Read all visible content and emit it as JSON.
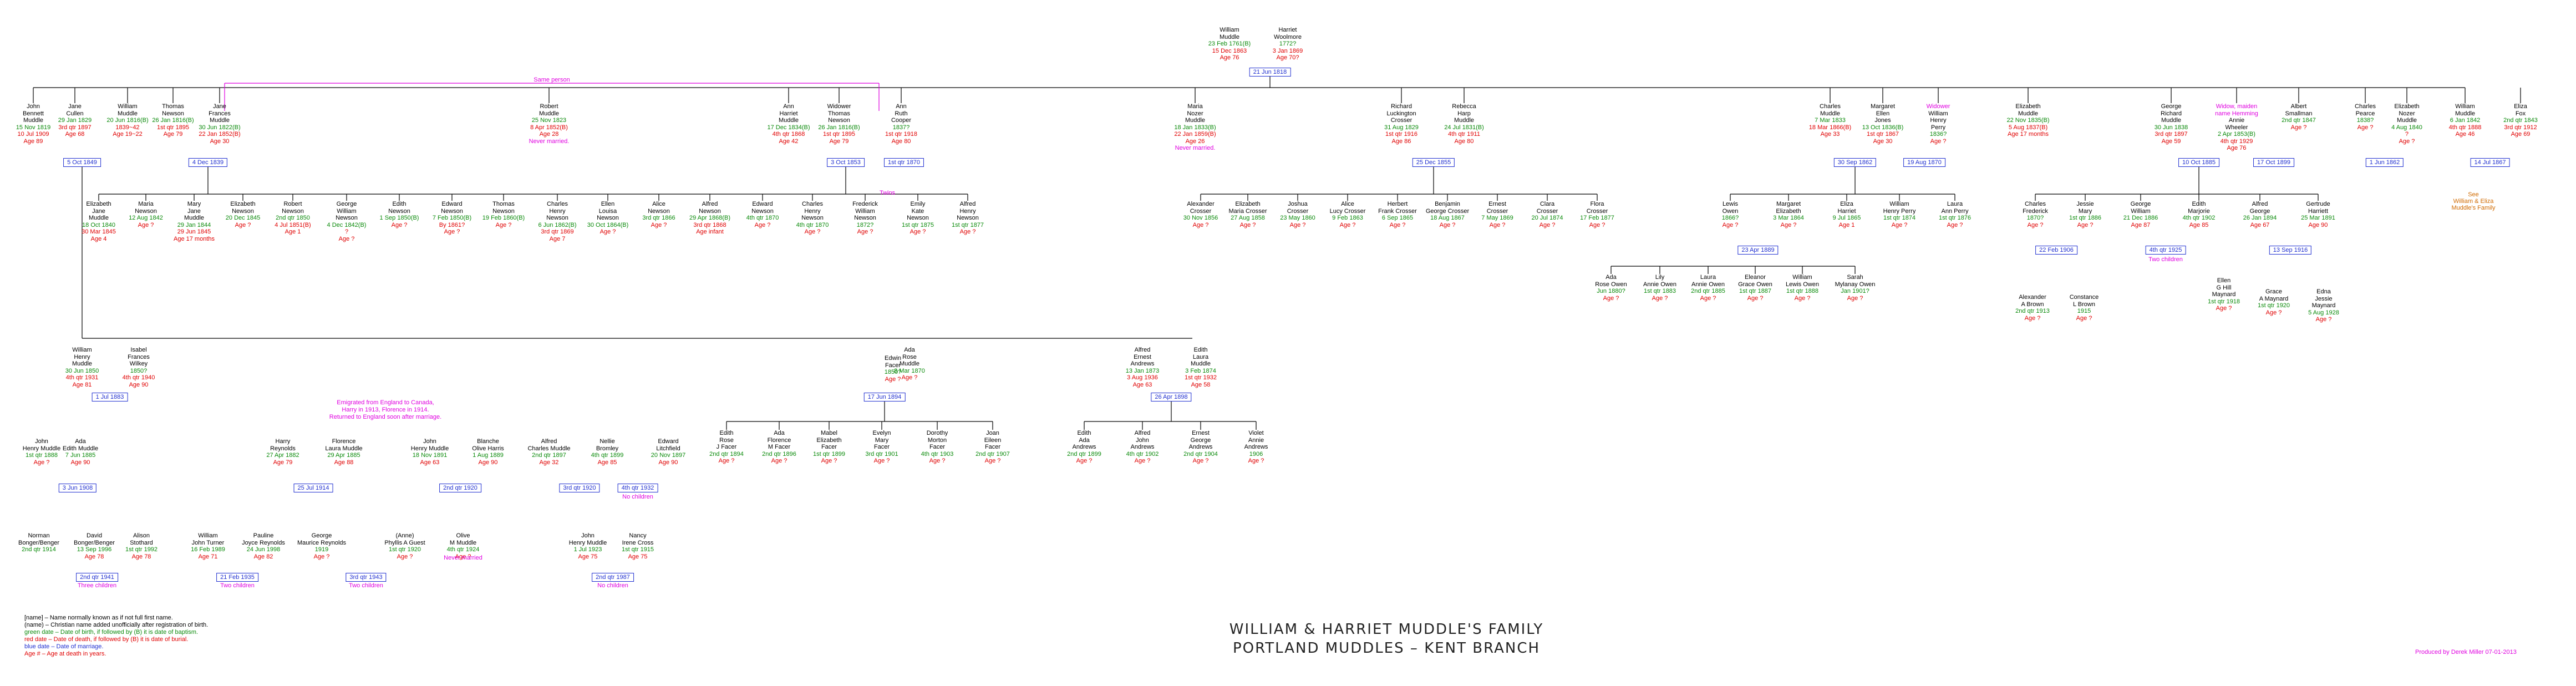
{
  "title": {
    "line1": "WILLIAM & HARRIET MUDDLE'S FAMILY",
    "line2": "PORTLAND MUDDLES – KENT BRANCH"
  },
  "credit": "Produced by Derek Miller 07-01-2013",
  "legend": [
    {
      "text": "[name] – Name normally known as if not full first name.",
      "color": "#000000"
    },
    {
      "text": "(name) – Christian name added unofficially after registration of birth.",
      "color": "#000000"
    },
    {
      "text": "green date – Date of birth, if followed by (B) it is date of baptism.",
      "color": "#0a8a0a"
    },
    {
      "text": "red date – Date of death, if followed by (B) it is date of burial.",
      "color": "#e00000"
    },
    {
      "text": "blue date – Date of marriage.",
      "color": "#1f2fd0"
    },
    {
      "text": "Age # – Age at death in years.",
      "color": "#e00000"
    }
  ],
  "notes": [
    {
      "text": "Same person",
      "color": "#e000e0"
    },
    {
      "text": "Emigrated from England to Canada,",
      "color": "#e000e0"
    },
    {
      "text": "Harry in 1913, Florence in 1914.",
      "color": "#e000e0"
    },
    {
      "text": "Returned to England soon after marriage.",
      "color": "#e000e0"
    },
    {
      "text": "Twins",
      "color": "#e000e0"
    },
    {
      "text": "See",
      "color": "#d06a00"
    },
    {
      "text": "William & Eliza",
      "color": "#d06a00"
    },
    {
      "text": "Muddle's Family",
      "color": "#d06a00"
    }
  ],
  "people": [
    {
      "id": "wm",
      "lines": [
        [
          "n",
          "William"
        ],
        [
          "n",
          "Muddle"
        ],
        [
          "b",
          "23 Feb 1761(B)"
        ],
        [
          "d",
          "15 Dec 1863"
        ],
        [
          "a",
          "Age 76"
        ]
      ]
    },
    {
      "id": "hw",
      "lines": [
        [
          "n",
          "Harriet"
        ],
        [
          "n",
          "Woolmore"
        ],
        [
          "b",
          "1772?"
        ],
        [
          "d",
          "3 Jan 1869"
        ],
        [
          "a",
          "Age 70?"
        ]
      ]
    },
    {
      "id": "jbm",
      "lines": [
        [
          "n",
          "John"
        ],
        [
          "n",
          "Bennett"
        ],
        [
          "n",
          "Muddle"
        ],
        [
          "b",
          "15 Nov 1819"
        ],
        [
          "d",
          "10 Jul 1909"
        ],
        [
          "a",
          "Age 89"
        ]
      ]
    },
    {
      "id": "jcu",
      "lines": [
        [
          "n",
          "Jane"
        ],
        [
          "n",
          "Cullen"
        ],
        [
          "b",
          "29 Jan 1829"
        ],
        [
          "d",
          "3rd qtr 1897"
        ],
        [
          "a",
          "Age 68"
        ]
      ]
    },
    {
      "id": "wmu",
      "lines": [
        [
          "n",
          "William"
        ],
        [
          "n",
          "Muddle"
        ],
        [
          "b",
          "20 Jun 1816(B)"
        ],
        [
          "d",
          "1839~42"
        ],
        [
          "a",
          "Age 19~22"
        ]
      ]
    },
    {
      "id": "tn",
      "lines": [
        [
          "n",
          "Thomas"
        ],
        [
          "n",
          "Newson"
        ],
        [
          "b",
          "26 Jan 1816(B)"
        ],
        [
          "d",
          "1st qtr 1895"
        ],
        [
          "a",
          "Age 79"
        ]
      ]
    },
    {
      "id": "jfm",
      "lines": [
        [
          "n",
          "Jane"
        ],
        [
          "n",
          "Frances"
        ],
        [
          "n",
          "Muddle"
        ],
        [
          "b",
          "30 Jun 1822(B)"
        ],
        [
          "d",
          "22 Jan 1852(B)"
        ],
        [
          "a",
          "Age 30"
        ]
      ]
    },
    {
      "id": "rm",
      "lines": [
        [
          "n",
          "Robert"
        ],
        [
          "n",
          "Muddle"
        ],
        [
          "b",
          "25 Nov 1823"
        ],
        [
          "d",
          "8 Apr 1852(B)"
        ],
        [
          "a",
          "Age 28"
        ],
        [
          "note-m",
          "Never married."
        ]
      ]
    },
    {
      "id": "ahm",
      "lines": [
        [
          "n",
          "Ann"
        ],
        [
          "n",
          "Harriet"
        ],
        [
          "n",
          "Muddle"
        ],
        [
          "b",
          "17 Dec 1834(B)"
        ],
        [
          "d",
          "4th qtr 1868"
        ],
        [
          "a",
          "Age 42"
        ]
      ]
    },
    {
      "id": "tnw",
      "lines": [
        [
          "n",
          "Widower"
        ],
        [
          "n",
          "Thomas"
        ],
        [
          "n",
          "Newson"
        ],
        [
          "b",
          "26 Jan 1816(B)"
        ],
        [
          "d",
          "1st qtr 1895"
        ],
        [
          "a",
          "Age 79"
        ]
      ]
    },
    {
      "id": "rc",
      "lines": [
        [
          "n",
          "Ann"
        ],
        [
          "n",
          "Ruth"
        ],
        [
          "n",
          "Cooper"
        ],
        [
          "b",
          "1837?"
        ],
        [
          "d",
          "1st qtr 1918"
        ],
        [
          "a",
          "Age 80"
        ]
      ]
    },
    {
      "id": "mnm",
      "lines": [
        [
          "n",
          "Maria"
        ],
        [
          "n",
          "Nozer"
        ],
        [
          "n",
          "Muddle"
        ],
        [
          "b",
          "18 Jan 1833(B)"
        ],
        [
          "d",
          "22 Jan 1859(B)"
        ],
        [
          "a",
          "Age 26"
        ],
        [
          "note-m",
          "Never married."
        ]
      ]
    },
    {
      "id": "rlc",
      "lines": [
        [
          "n",
          "Richard"
        ],
        [
          "n",
          "Luckington"
        ],
        [
          "n",
          "Crosser"
        ],
        [
          "b",
          "31 Aug 1829"
        ],
        [
          "d",
          "1st qtr 1916"
        ],
        [
          "a",
          "Age 86"
        ]
      ]
    },
    {
      "id": "rhm",
      "lines": [
        [
          "n",
          "Rebecca"
        ],
        [
          "n",
          "Harp"
        ],
        [
          "n",
          "Muddle"
        ],
        [
          "b",
          "24 Jul 1831(B)"
        ],
        [
          "d",
          "4th qtr 1911"
        ],
        [
          "a",
          "Age 80"
        ]
      ]
    },
    {
      "id": "cm",
      "lines": [
        [
          "n",
          "Charles"
        ],
        [
          "n",
          "Muddle"
        ],
        [
          "b",
          "7 Mar 1833"
        ],
        [
          "d",
          "18 Mar 1866(B)"
        ],
        [
          "a",
          "Age 33"
        ]
      ]
    },
    {
      "id": "mej",
      "lines": [
        [
          "n",
          "Margaret"
        ],
        [
          "n",
          "Ellen"
        ],
        [
          "n",
          "Jones"
        ],
        [
          "b",
          "13 Oct 1836(B)"
        ],
        [
          "d",
          "1st qtr 1867"
        ],
        [
          "a",
          "Age 30"
        ]
      ]
    },
    {
      "id": "wp",
      "lines": [
        [
          "note-m",
          "Widower"
        ],
        [
          "n",
          "William"
        ],
        [
          "n",
          "Henry"
        ],
        [
          "n",
          "Perry"
        ],
        [
          "b",
          "1836?"
        ],
        [
          "a",
          "Age ?"
        ]
      ]
    },
    {
      "id": "em",
      "lines": [
        [
          "n",
          "Elizabeth"
        ],
        [
          "n",
          "Muddle"
        ],
        [
          "b",
          "22 Nov 1835(B)"
        ],
        [
          "d",
          "5 Aug 1837(B)"
        ],
        [
          "a",
          "Age 17 months"
        ]
      ]
    },
    {
      "id": "grm",
      "lines": [
        [
          "n",
          "George"
        ],
        [
          "n",
          "Richard"
        ],
        [
          "n",
          "Muddle"
        ],
        [
          "b",
          "30 Jun 1838"
        ],
        [
          "d",
          "3rd qtr 1897"
        ],
        [
          "a",
          "Age 59"
        ]
      ]
    },
    {
      "id": "aw",
      "lines": [
        [
          "note-m",
          "Widow, maiden"
        ],
        [
          "note-m",
          "name Hemming"
        ],
        [
          "n",
          "Annie"
        ],
        [
          "n",
          "Wheeler"
        ],
        [
          "b",
          "2 Apr 1853(B)"
        ],
        [
          "d",
          "4th qtr 1929"
        ],
        [
          "a",
          "Age 76"
        ]
      ]
    },
    {
      "id": "as",
      "lines": [
        [
          "n",
          "Albert"
        ],
        [
          "n",
          "Smallman"
        ],
        [
          "b",
          "2nd qtr 1847"
        ],
        [
          "a",
          "Age ?"
        ]
      ]
    },
    {
      "id": "cp",
      "lines": [
        [
          "n",
          "Charles"
        ],
        [
          "n",
          "Pearce"
        ],
        [
          "b",
          "1838?"
        ],
        [
          "a",
          "Age ?"
        ]
      ]
    },
    {
      "id": "enm",
      "lines": [
        [
          "n",
          "Elizabeth"
        ],
        [
          "n",
          "Nozer"
        ],
        [
          "n",
          "Muddle"
        ],
        [
          "b",
          "4 Aug 1840"
        ],
        [
          "d",
          "?"
        ],
        [
          "a",
          "Age ?"
        ]
      ]
    },
    {
      "id": "wmu2",
      "lines": [
        [
          "n",
          "William"
        ],
        [
          "n",
          "Muddle"
        ],
        [
          "b",
          "6 Jan 1842"
        ],
        [
          "d",
          "4th qtr 1888"
        ],
        [
          "a",
          "Age 46"
        ]
      ]
    },
    {
      "id": "efox",
      "lines": [
        [
          "n",
          "Eliza"
        ],
        [
          "n",
          "Fox"
        ],
        [
          "b",
          "2nd qtr 1843"
        ],
        [
          "d",
          "3rd qtr 1912"
        ],
        [
          "a",
          "Age 69"
        ]
      ]
    }
  ],
  "children_rows": {
    "jbm_kids": [
      {
        "lines": [
          [
            "n",
            "Elizabeth"
          ],
          [
            "n",
            "Jane"
          ],
          [
            "n",
            "Muddle"
          ],
          [
            "b",
            "18 Oct 1840"
          ],
          [
            "d",
            "30 Mar 1845"
          ],
          [
            "a",
            "Age 4"
          ]
        ]
      },
      {
        "lines": [
          [
            "n",
            "Maria"
          ],
          [
            "n",
            "Newson"
          ],
          [
            "b",
            "12 Aug 1842"
          ],
          [
            "a",
            "Age ?"
          ]
        ]
      },
      {
        "lines": [
          [
            "n",
            "Mary"
          ],
          [
            "n",
            "Jane"
          ],
          [
            "n",
            "Muddle"
          ],
          [
            "b",
            "29 Jan 1844"
          ],
          [
            "d",
            "29 Jun 1845"
          ],
          [
            "a",
            "Age 17 months"
          ]
        ]
      },
      {
        "lines": [
          [
            "n",
            "Elizabeth"
          ],
          [
            "n",
            "Newson"
          ],
          [
            "b",
            "20 Dec 1845"
          ],
          [
            "a",
            "Age ?"
          ]
        ]
      },
      {
        "lines": [
          [
            "n",
            "Robert"
          ],
          [
            "n",
            "Newson"
          ],
          [
            "b",
            "2nd qtr 1850"
          ],
          [
            "d",
            "4 Jul 1851(B)"
          ],
          [
            "a",
            "Age 1"
          ]
        ]
      },
      {
        "lines": [
          [
            "n",
            "George"
          ],
          [
            "n",
            "William"
          ],
          [
            "n",
            "Newson"
          ],
          [
            "b",
            "4 Dec 1842(B)"
          ],
          [
            "d",
            "?"
          ],
          [
            "a",
            "Age ?"
          ]
        ]
      },
      {
        "lines": [
          [
            "n",
            "Edith"
          ],
          [
            "n",
            "Newson"
          ],
          [
            "b",
            "1 Sep 1850(B)"
          ],
          [
            "a",
            "Age ?"
          ]
        ]
      },
      {
        "lines": [
          [
            "n",
            "Edward"
          ],
          [
            "n",
            "Newson"
          ],
          [
            "b",
            "7 Feb 1850(B)"
          ],
          [
            "d",
            "By 1861?"
          ],
          [
            "a",
            "Age ?"
          ]
        ]
      },
      {
        "lines": [
          [
            "n",
            "Thomas"
          ],
          [
            "n",
            "Newson"
          ],
          [
            "b",
            "19 Feb 1860(B)"
          ],
          [
            "a",
            "Age ?"
          ]
        ]
      },
      {
        "lines": [
          [
            "n",
            "Charles"
          ],
          [
            "n",
            "Henry"
          ],
          [
            "n",
            "Newson"
          ],
          [
            "b",
            "6 Jun 1862(B)"
          ],
          [
            "d",
            "3rd qtr 1869"
          ],
          [
            "a",
            "Age 7"
          ]
        ]
      },
      {
        "lines": [
          [
            "n",
            "Ellen"
          ],
          [
            "n",
            "Louisa"
          ],
          [
            "n",
            "Newson"
          ],
          [
            "b",
            "30 Oct 1864(B)"
          ],
          [
            "a",
            "Age ?"
          ]
        ]
      },
      {
        "lines": [
          [
            "n",
            "Alice"
          ],
          [
            "n",
            "Newson"
          ],
          [
            "b",
            "3rd qtr 1866"
          ],
          [
            "a",
            "Age ?"
          ]
        ]
      },
      {
        "lines": [
          [
            "n",
            "Alfred"
          ],
          [
            "n",
            "Newson"
          ],
          [
            "b",
            "29 Apr 1868(B)"
          ],
          [
            "d",
            "3rd qtr 1868"
          ],
          [
            "a",
            "Age infant"
          ]
        ]
      },
      {
        "lines": [
          [
            "n",
            "Edward"
          ],
          [
            "n",
            "Newson"
          ],
          [
            "b",
            "4th qtr 1870"
          ],
          [
            "a",
            "Age ?"
          ]
        ]
      },
      {
        "lines": [
          [
            "n",
            "Charles"
          ],
          [
            "n",
            "Henry"
          ],
          [
            "n",
            "Newson"
          ],
          [
            "b",
            "4th qtr 1870"
          ],
          [
            "a",
            "Age ?"
          ]
        ]
      },
      {
        "lines": [
          [
            "n",
            "Frederick"
          ],
          [
            "n",
            "William"
          ],
          [
            "n",
            "Newson"
          ],
          [
            "b",
            "1872?"
          ],
          [
            "a",
            "Age ?"
          ]
        ]
      },
      {
        "lines": [
          [
            "n",
            "Emily"
          ],
          [
            "n",
            "Kate"
          ],
          [
            "n",
            "Newson"
          ],
          [
            "b",
            "1st qtr 1875"
          ],
          [
            "a",
            "Age ?"
          ]
        ]
      },
      {
        "lines": [
          [
            "n",
            "Alfred"
          ],
          [
            "n",
            "Henry"
          ],
          [
            "n",
            "Newson"
          ],
          [
            "b",
            "1st qtr 1877"
          ],
          [
            "a",
            "Age ?"
          ]
        ]
      }
    ]
  }
}
